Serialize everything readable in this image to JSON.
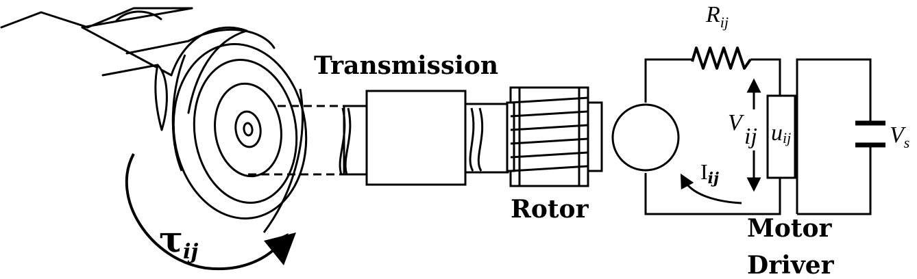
{
  "labels": {
    "transmission": "Transmission",
    "rotor": "Rotor",
    "motor_driver_line1": "Motor",
    "motor_driver_line2": "Driver",
    "torque": {
      "symbol": "τ",
      "subscript": "ij"
    },
    "resistance": {
      "symbol": "R",
      "subscript": "ij"
    },
    "voltage": {
      "symbol": "V",
      "subscript": "ij"
    },
    "control_input": {
      "symbol": "u",
      "subscript": "ij"
    },
    "current": {
      "symbol": "I",
      "subscript": "ij"
    },
    "supply_voltage": {
      "symbol": "V",
      "subscript": "s"
    }
  },
  "colors": {
    "stroke": "#000000",
    "background": "#ffffff"
  }
}
